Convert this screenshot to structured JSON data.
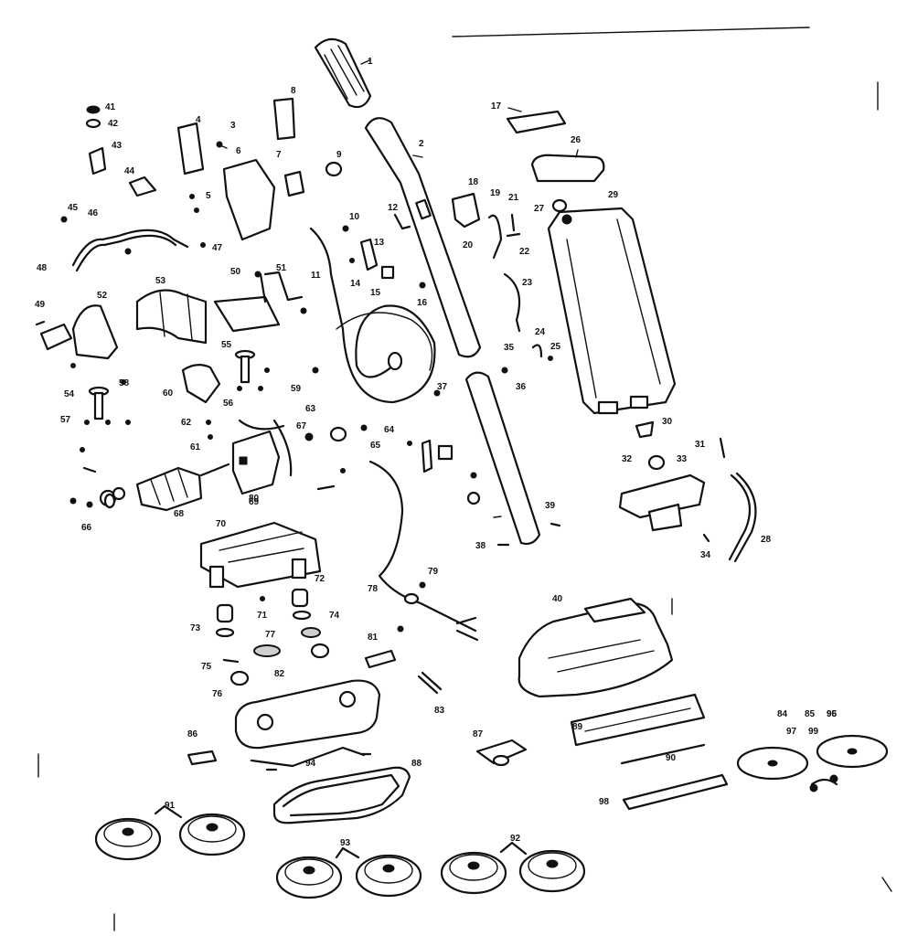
{
  "callouts": [
    {
      "id": "c1",
      "text": "1"
    },
    {
      "id": "c2",
      "text": "2"
    },
    {
      "id": "c3",
      "text": "3"
    },
    {
      "id": "c4",
      "text": "4"
    },
    {
      "id": "c5",
      "text": "5"
    },
    {
      "id": "c6",
      "text": "6"
    },
    {
      "id": "c7",
      "text": "7"
    },
    {
      "id": "c8",
      "text": "8"
    },
    {
      "id": "c9",
      "text": "9"
    },
    {
      "id": "c10",
      "text": "10"
    },
    {
      "id": "c11",
      "text": "11"
    },
    {
      "id": "c12",
      "text": "12"
    },
    {
      "id": "c13",
      "text": "13"
    },
    {
      "id": "c14",
      "text": "14"
    },
    {
      "id": "c15",
      "text": "15"
    },
    {
      "id": "c16",
      "text": "16"
    },
    {
      "id": "c17",
      "text": "17"
    },
    {
      "id": "c18",
      "text": "18"
    },
    {
      "id": "c19",
      "text": "19"
    },
    {
      "id": "c20",
      "text": "20"
    },
    {
      "id": "c21",
      "text": "21"
    },
    {
      "id": "c22",
      "text": "22"
    },
    {
      "id": "c23",
      "text": "23"
    },
    {
      "id": "c24",
      "text": "24"
    },
    {
      "id": "c25",
      "text": "25"
    },
    {
      "id": "c26",
      "text": "26"
    },
    {
      "id": "c27",
      "text": "27"
    },
    {
      "id": "c28",
      "text": "28"
    },
    {
      "id": "c29",
      "text": "29"
    },
    {
      "id": "c30",
      "text": "30"
    },
    {
      "id": "c31",
      "text": "31"
    },
    {
      "id": "c32",
      "text": "32"
    },
    {
      "id": "c33",
      "text": "33"
    },
    {
      "id": "c34",
      "text": "34"
    },
    {
      "id": "c35",
      "text": "35"
    },
    {
      "id": "c36",
      "text": "36"
    },
    {
      "id": "c37",
      "text": "37"
    },
    {
      "id": "c38",
      "text": "38"
    },
    {
      "id": "c39",
      "text": "39"
    },
    {
      "id": "c40",
      "text": "40"
    },
    {
      "id": "c41",
      "text": "41"
    },
    {
      "id": "c42",
      "text": "42"
    },
    {
      "id": "c43",
      "text": "43"
    },
    {
      "id": "c44",
      "text": "44"
    },
    {
      "id": "c45",
      "text": "45"
    },
    {
      "id": "c46",
      "text": "46"
    },
    {
      "id": "c47",
      "text": "47"
    },
    {
      "id": "c48",
      "text": "48"
    },
    {
      "id": "c49",
      "text": "49"
    },
    {
      "id": "c50",
      "text": "50"
    },
    {
      "id": "c51",
      "text": "51"
    },
    {
      "id": "c52",
      "text": "52"
    },
    {
      "id": "c53",
      "text": "53"
    },
    {
      "id": "c54",
      "text": "54"
    },
    {
      "id": "c55",
      "text": "55"
    },
    {
      "id": "c56",
      "text": "56"
    },
    {
      "id": "c57",
      "text": "57"
    },
    {
      "id": "c58",
      "text": "58"
    },
    {
      "id": "c59",
      "text": "59"
    },
    {
      "id": "c60",
      "text": "60"
    },
    {
      "id": "c61",
      "text": "61"
    },
    {
      "id": "c62",
      "text": "62"
    },
    {
      "id": "c63",
      "text": "63"
    },
    {
      "id": "c64",
      "text": "64"
    },
    {
      "id": "c65",
      "text": "65"
    },
    {
      "id": "c66",
      "text": "66"
    },
    {
      "id": "c67",
      "text": "67"
    },
    {
      "id": "c68",
      "text": "68"
    },
    {
      "id": "c69",
      "text": "69"
    },
    {
      "id": "c70",
      "text": "70"
    },
    {
      "id": "c71",
      "text": "71"
    },
    {
      "id": "c72",
      "text": "72"
    },
    {
      "id": "c73",
      "text": "73"
    },
    {
      "id": "c74",
      "text": "74"
    },
    {
      "id": "c75",
      "text": "75"
    },
    {
      "id": "c76",
      "text": "76"
    },
    {
      "id": "c77",
      "text": "77"
    },
    {
      "id": "c78",
      "text": "78"
    },
    {
      "id": "c79",
      "text": "79"
    },
    {
      "id": "c80",
      "text": "80"
    },
    {
      "id": "c81",
      "text": "81"
    },
    {
      "id": "c82",
      "text": "82"
    },
    {
      "id": "c83",
      "text": "83"
    },
    {
      "id": "c84",
      "text": "84"
    },
    {
      "id": "c85",
      "text": "85"
    },
    {
      "id": "c86",
      "text": "86"
    },
    {
      "id": "c87",
      "text": "87"
    },
    {
      "id": "c88",
      "text": "88"
    },
    {
      "id": "c89",
      "text": "89"
    },
    {
      "id": "c90",
      "text": "90"
    },
    {
      "id": "c91",
      "text": "91"
    },
    {
      "id": "c92",
      "text": "92"
    },
    {
      "id": "c93",
      "text": "93"
    },
    {
      "id": "c94",
      "text": "94"
    },
    {
      "id": "c95",
      "text": "95"
    },
    {
      "id": "c96",
      "text": "96"
    },
    {
      "id": "c97",
      "text": "97"
    },
    {
      "id": "c98",
      "text": "98"
    },
    {
      "id": "c99",
      "text": "99"
    }
  ]
}
